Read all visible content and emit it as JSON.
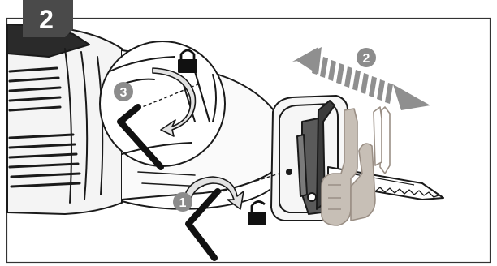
{
  "step": {
    "number": "2"
  },
  "callouts": [
    {
      "number": "1"
    },
    {
      "number": "2"
    },
    {
      "number": "3"
    }
  ],
  "icons": {
    "locked": "padlock-closed-icon",
    "unlocked": "padlock-open-icon",
    "tool": "hex-key-icon",
    "motion": "reciprocating-arrow-icon"
  },
  "colors": {
    "badge_bg": "#4a4a4a",
    "badge_text": "#ffffff",
    "callout_bg": "#8c8c8c",
    "arrow_gray": "#8f8f8f",
    "outline": "#1a1a1a",
    "blade_holder_fill": "#c7bfb6",
    "blade_holder_stroke": "#9a8f85"
  }
}
